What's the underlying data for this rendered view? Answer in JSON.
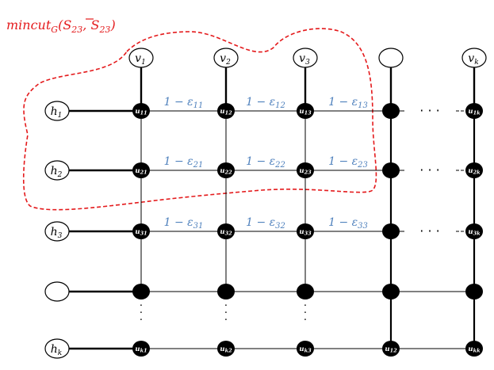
{
  "title_main": "mincut",
  "title_sub": "G",
  "title_args": "(S",
  "title_arg1_sub": "23",
  "title_comma": ", ",
  "title_arg2": "S",
  "title_arg2_sub": "23",
  "title_close": ")",
  "colors": {
    "cut": "#e41a1c",
    "edge_label": "#4f81bd",
    "node": "#000000"
  },
  "v_nodes": [
    {
      "base": "v",
      "sub": "1"
    },
    {
      "base": "v",
      "sub": "2"
    },
    {
      "base": "v",
      "sub": "3"
    },
    {
      "base": "",
      "sub": ""
    },
    {
      "base": "v",
      "sub": "k"
    }
  ],
  "h_nodes": [
    {
      "base": "h",
      "sub": "1"
    },
    {
      "base": "h",
      "sub": "2"
    },
    {
      "base": "h",
      "sub": "3"
    },
    {
      "base": "",
      "sub": ""
    },
    {
      "base": "h",
      "sub": "k"
    }
  ],
  "grid_labels": [
    [
      "u11",
      "u12",
      "u13",
      "",
      "u1k"
    ],
    [
      "u21",
      "u22",
      "u23",
      "",
      "u2k"
    ],
    [
      "u31",
      "u32",
      "u33",
      "",
      "u3k"
    ],
    [
      "",
      "",
      "",
      "",
      ""
    ],
    [
      "uk1",
      "uk2",
      "uk3",
      "u12",
      "ukk"
    ]
  ],
  "edge_labels": [
    [
      {
        "pre": "1 − ε",
        "sub": "11"
      },
      {
        "pre": "1 − ε",
        "sub": "12"
      },
      {
        "pre": "1 − ε",
        "sub": "13"
      }
    ],
    [
      {
        "pre": "1 − ε",
        "sub": "21"
      },
      {
        "pre": "1 − ε",
        "sub": "22"
      },
      {
        "pre": "1 − ε",
        "sub": "23"
      }
    ],
    [
      {
        "pre": "1 − ε",
        "sub": "31"
      },
      {
        "pre": "1 − ε",
        "sub": "32"
      },
      {
        "pre": "1 − ε",
        "sub": "33"
      }
    ]
  ],
  "ellipsis": "· · ·"
}
